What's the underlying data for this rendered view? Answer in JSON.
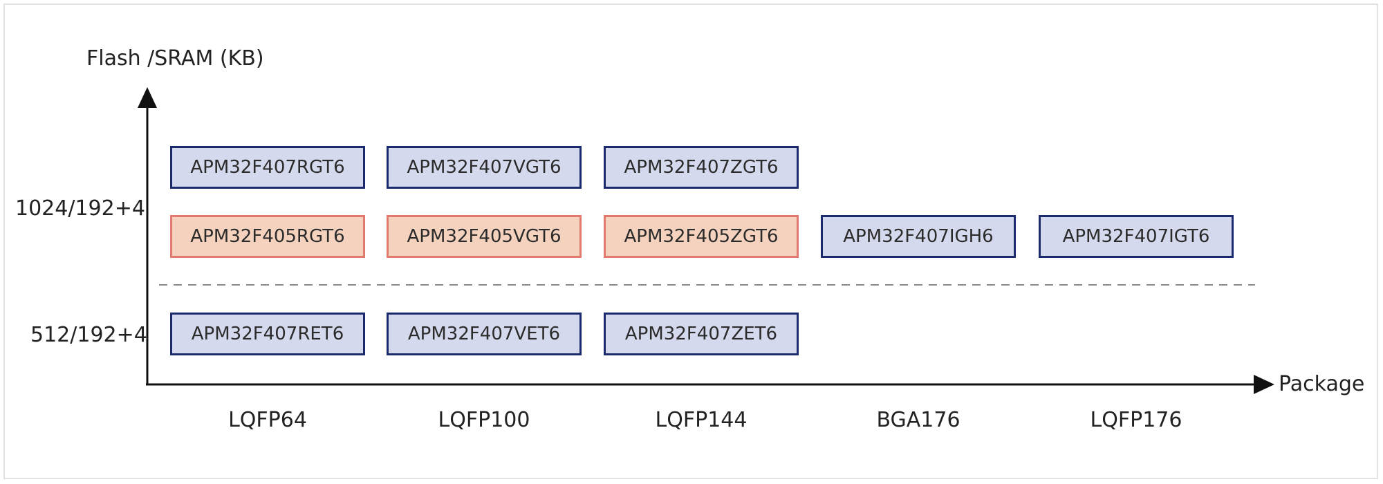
{
  "axes": {
    "y_title": "Flash /SRAM (KB)",
    "x_title": "Package",
    "y_rows": [
      "1024/192+4",
      "512/192+4"
    ],
    "x_columns": [
      "LQFP64",
      "LQFP100",
      "LQFP144",
      "BGA176",
      "LQFP176"
    ]
  },
  "colors": {
    "f407_fill": "#d5d9ed",
    "f407_border": "#1a2a6c",
    "f405_fill": "#f4d2bd",
    "f405_border": "#e07a6e",
    "axis": "#111111",
    "divider": "#888888"
  },
  "chips": {
    "r1c1": "APM32F407RGT6",
    "r1c2": "APM32F407VGT6",
    "r1c3": "APM32F407ZGT6",
    "r2c1": "APM32F405RGT6",
    "r2c2": "APM32F405VGT6",
    "r2c3": "APM32F405ZGT6",
    "r2c4": "APM32F407IGH6",
    "r2c5": "APM32F407IGT6",
    "r3c1": "APM32F407RET6",
    "r3c2": "APM32F407VET6",
    "r3c3": "APM32F407ZET6"
  }
}
